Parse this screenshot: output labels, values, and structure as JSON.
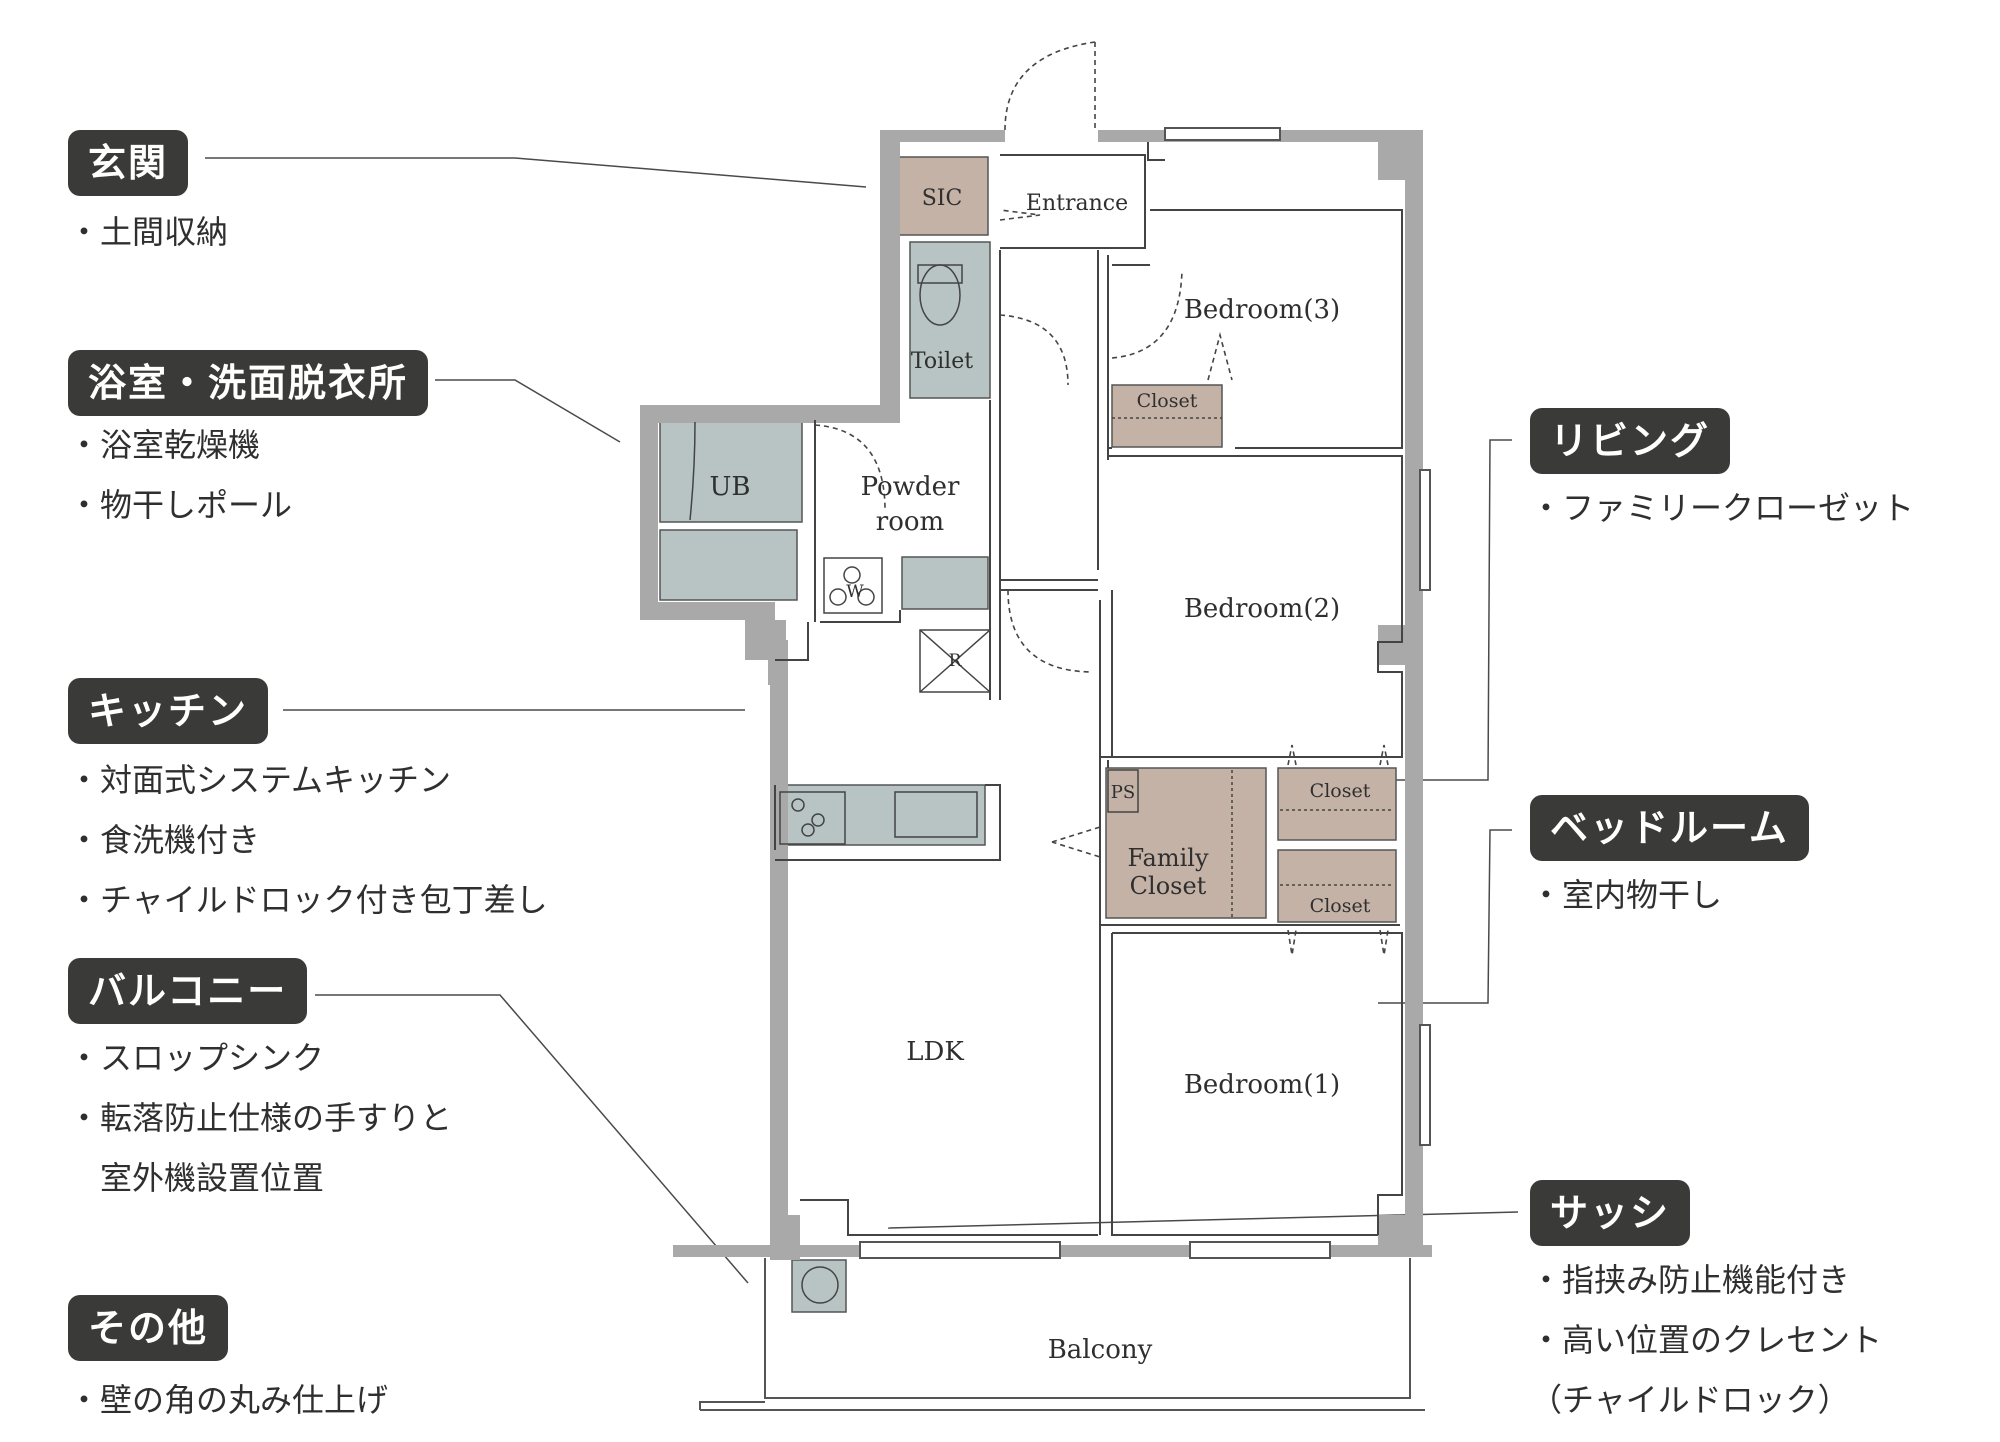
{
  "callouts": {
    "genkan": {
      "title": "玄関",
      "items": [
        "・土間収納"
      ]
    },
    "bath": {
      "title": "浴室・洗面脱衣所",
      "items": [
        "・浴室乾燥機",
        "・物干しポール"
      ]
    },
    "kitchen": {
      "title": "キッチン",
      "items": [
        "・対面式システムキッチン",
        "・食洗機付き",
        "・チャイルドロック付き包丁差し"
      ]
    },
    "balcony": {
      "title": "バルコニー",
      "items": [
        "・スロップシンク",
        "・転落防止仕様の手すりと",
        "　室外機設置位置"
      ]
    },
    "other": {
      "title": "その他",
      "items": [
        "・壁の角の丸み仕上げ"
      ]
    },
    "living": {
      "title": "リビング",
      "items": [
        "・ファミリークローゼット"
      ]
    },
    "bedroom": {
      "title": "ベッドルーム",
      "items": [
        "・室内物干し"
      ]
    },
    "sash": {
      "title": "サッシ",
      "items": [
        "・指挟み防止機能付き",
        "・高い位置のクレセント",
        "（チャイルドロック）"
      ]
    }
  },
  "rooms": {
    "sic": "SIC",
    "entrance": "Entrance",
    "toilet": "Toilet",
    "ub": "UB",
    "powder1": "Powder",
    "powder2": "room",
    "washer": "W",
    "fridge": "R",
    "bedroom3": "Bedroom(3)",
    "closet_b3": "Closet",
    "bedroom2": "Bedroom(2)",
    "ps": "PS",
    "family1": "Family",
    "family2": "Closet",
    "closet_upper": "Closet",
    "closet_lower": "Closet",
    "ldk": "LDK",
    "bedroom1": "Bedroom(1)",
    "balcony": "Balcony"
  },
  "colors": {
    "wall": "#a9a9a9",
    "closet": "#c4b2a7",
    "wet": "#b7c4c3",
    "badge": "#3a3a38"
  }
}
